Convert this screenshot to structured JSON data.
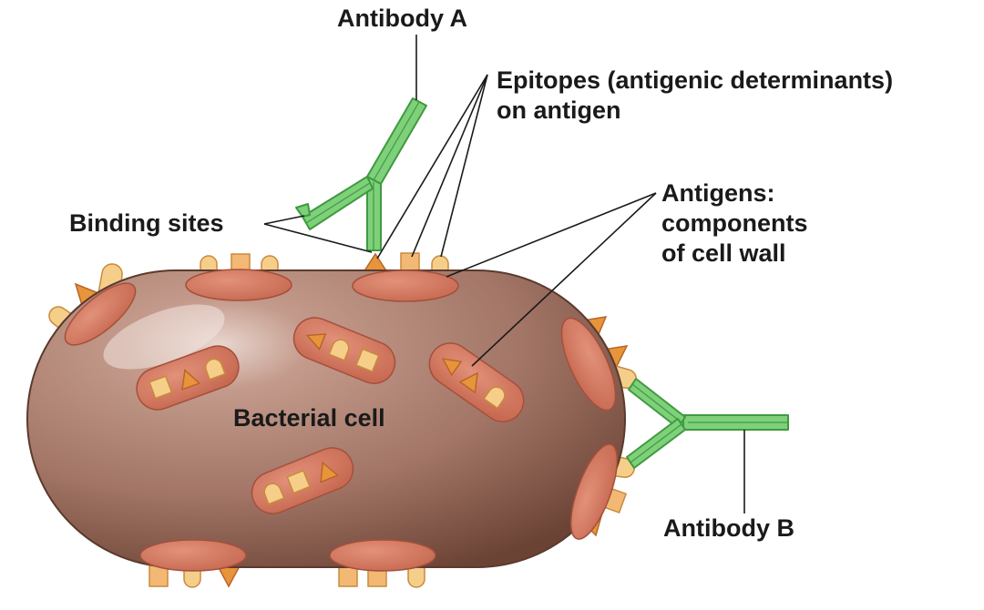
{
  "diagram": {
    "antibody_a_label": "Antibody A",
    "antibody_b_label": "Antibody B",
    "epitopes_label": {
      "line1": "Epitopes (antigenic determinants)",
      "line2": "on antigen"
    },
    "antigens_label": {
      "line1": "Antigens:",
      "line2": "components",
      "line3": "of cell wall"
    },
    "binding_sites_label": "Binding sites",
    "cell_label": "Bacterial cell"
  },
  "colors": {
    "cell_body": "#a57a6b",
    "cell_outline": "#5b3a2e",
    "antigen_patch": "#d47a62",
    "epitope_fill": "#f5cf8a",
    "epitope_triangle": "#e8943a",
    "antibody_green": "#7fd07a",
    "antibody_outline": "#3f9a3f"
  }
}
